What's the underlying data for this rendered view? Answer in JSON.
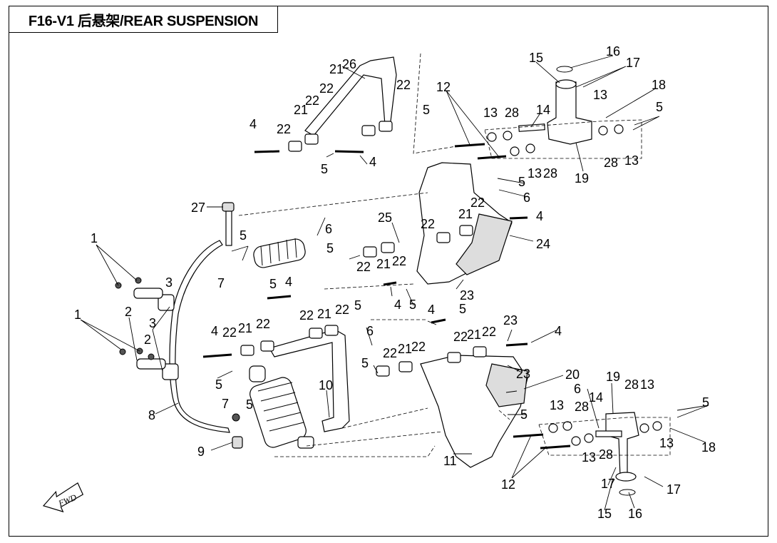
{
  "header": {
    "title": "F16-V1 后悬架/REAR SUSPENSION"
  },
  "fwd_badge": {
    "text": "FWD"
  },
  "callouts": [
    {
      "num": "1"
    },
    {
      "num": "1"
    },
    {
      "num": "2"
    },
    {
      "num": "2"
    },
    {
      "num": "3"
    },
    {
      "num": "3"
    },
    {
      "num": "4"
    },
    {
      "num": "4"
    },
    {
      "num": "4"
    },
    {
      "num": "4"
    },
    {
      "num": "4"
    },
    {
      "num": "4"
    },
    {
      "num": "4"
    },
    {
      "num": "4"
    },
    {
      "num": "5"
    },
    {
      "num": "5"
    },
    {
      "num": "5"
    },
    {
      "num": "5"
    },
    {
      "num": "5"
    },
    {
      "num": "5"
    },
    {
      "num": "5"
    },
    {
      "num": "5"
    },
    {
      "num": "5"
    },
    {
      "num": "5"
    },
    {
      "num": "5"
    },
    {
      "num": "5"
    },
    {
      "num": "5"
    },
    {
      "num": "5"
    },
    {
      "num": "5"
    },
    {
      "num": "6"
    },
    {
      "num": "6"
    },
    {
      "num": "6"
    },
    {
      "num": "6"
    },
    {
      "num": "7"
    },
    {
      "num": "7"
    },
    {
      "num": "8"
    },
    {
      "num": "9"
    },
    {
      "num": "10"
    },
    {
      "num": "11"
    },
    {
      "num": "12"
    },
    {
      "num": "12"
    },
    {
      "num": "13"
    },
    {
      "num": "13"
    },
    {
      "num": "13"
    },
    {
      "num": "13"
    },
    {
      "num": "13"
    },
    {
      "num": "13"
    },
    {
      "num": "13"
    },
    {
      "num": "13"
    },
    {
      "num": "14"
    },
    {
      "num": "14"
    },
    {
      "num": "15"
    },
    {
      "num": "15"
    },
    {
      "num": "16"
    },
    {
      "num": "16"
    },
    {
      "num": "17"
    },
    {
      "num": "17"
    },
    {
      "num": "17"
    },
    {
      "num": "18"
    },
    {
      "num": "18"
    },
    {
      "num": "19"
    },
    {
      "num": "19"
    },
    {
      "num": "20"
    },
    {
      "num": "21"
    },
    {
      "num": "21"
    },
    {
      "num": "21"
    },
    {
      "num": "21"
    },
    {
      "num": "21"
    },
    {
      "num": "21"
    },
    {
      "num": "21"
    },
    {
      "num": "21"
    },
    {
      "num": "22"
    },
    {
      "num": "22"
    },
    {
      "num": "22"
    },
    {
      "num": "22"
    },
    {
      "num": "22"
    },
    {
      "num": "22"
    },
    {
      "num": "22"
    },
    {
      "num": "22"
    },
    {
      "num": "22"
    },
    {
      "num": "22"
    },
    {
      "num": "22"
    },
    {
      "num": "22"
    },
    {
      "num": "22"
    },
    {
      "num": "22"
    },
    {
      "num": "22"
    },
    {
      "num": "22"
    },
    {
      "num": "23"
    },
    {
      "num": "23"
    },
    {
      "num": "23"
    },
    {
      "num": "24"
    },
    {
      "num": "25"
    },
    {
      "num": "26"
    },
    {
      "num": "27"
    },
    {
      "num": "28"
    },
    {
      "num": "28"
    },
    {
      "num": "28"
    },
    {
      "num": "28"
    },
    {
      "num": "28"
    },
    {
      "num": "28"
    }
  ]
}
